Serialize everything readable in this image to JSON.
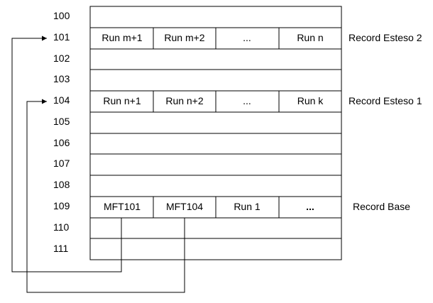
{
  "diagram": {
    "row_numbers": [
      "100",
      "101",
      "102",
      "103",
      "104",
      "105",
      "106",
      "107",
      "108",
      "109",
      "110",
      "111"
    ],
    "record_ext2": {
      "cells": [
        "Run m+1",
        "Run m+2",
        "...",
        "Run n"
      ],
      "label": "Record Esteso 2"
    },
    "record_ext1": {
      "cells": [
        "Run n+1",
        "Run n+2",
        "...",
        "Run k"
      ],
      "label": "Record Esteso 1"
    },
    "record_base": {
      "cells": [
        "MFT101",
        "MFT104",
        "Run 1",
        "..."
      ],
      "label": "Record Base"
    }
  }
}
